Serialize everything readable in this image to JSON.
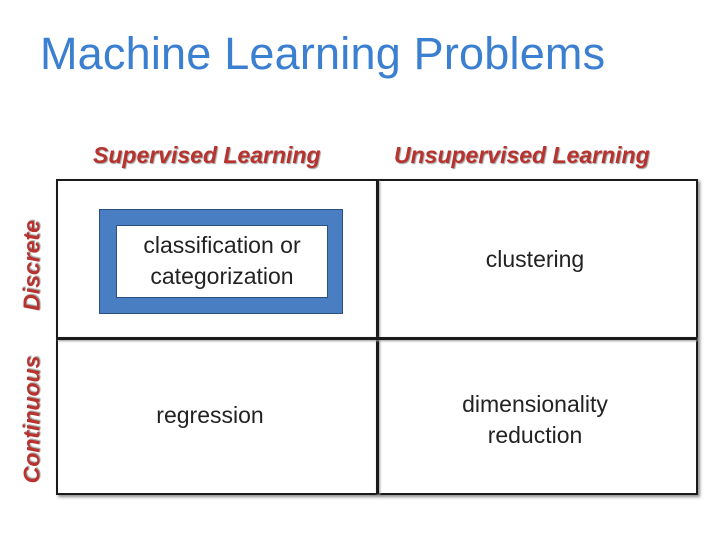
{
  "title": "Machine Learning Problems",
  "columns": [
    "Supervised Learning",
    "Unsupervised Learning"
  ],
  "rows": [
    "Discrete",
    "Continuous"
  ],
  "cells": {
    "discrete_supervised": [
      "classification or",
      "categorization"
    ],
    "discrete_unsupervised": "clustering",
    "continuous_supervised": "regression",
    "continuous_unsupervised": [
      "dimensionality",
      "reduction"
    ]
  },
  "colors": {
    "title": "#3b7fd0",
    "headers": "#b8322e",
    "highlight": "#4a7ec2"
  }
}
